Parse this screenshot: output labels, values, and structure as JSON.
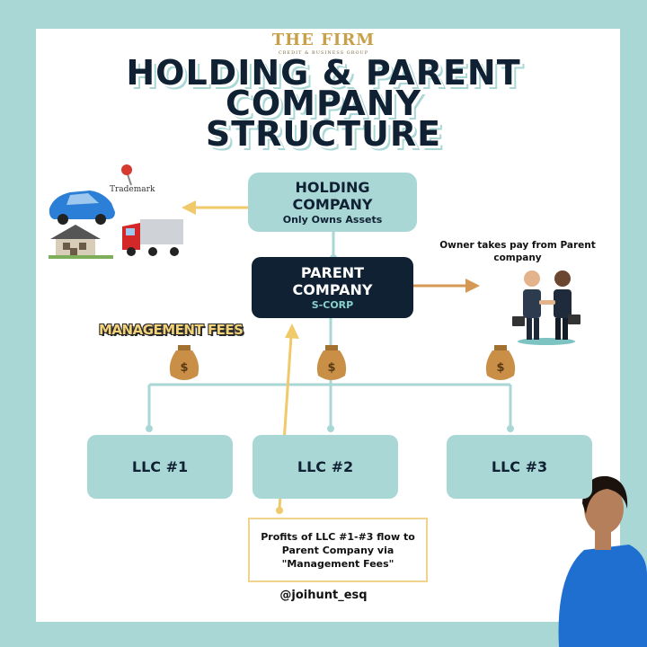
{
  "brand": {
    "name": "THE FIRM",
    "tagline": "CREDIT & BUSINESS GROUP"
  },
  "title": {
    "line1": "HOLDING & PARENT",
    "line2": "COMPANY",
    "line3": "STRUCTURE"
  },
  "holding": {
    "line1": "HOLDING",
    "line2": "COMPANY",
    "line3": "Only Owns Assets"
  },
  "parent": {
    "line1": "PARENT",
    "line2": "COMPANY",
    "line3": "S-CORP"
  },
  "assets": {
    "trademark_label": "Trademark"
  },
  "owner": {
    "text": "Owner takes pay from Parent company"
  },
  "management_fees": {
    "label": "MANAGEMENT FEES"
  },
  "llcs": [
    {
      "label": "LLC #1"
    },
    {
      "label": "LLC #2"
    },
    {
      "label": "LLC #3"
    }
  ],
  "profits_note": {
    "text": "Profits of LLC #1-#3 flow to Parent Company via \"Management Fees\""
  },
  "handle": {
    "text": "@joihunt_esq"
  },
  "colors": {
    "teal": "#a9d7d6",
    "navy": "#0f2133",
    "gold": "#f0c96a",
    "brown": "#d49a55",
    "white": "#ffffff"
  }
}
